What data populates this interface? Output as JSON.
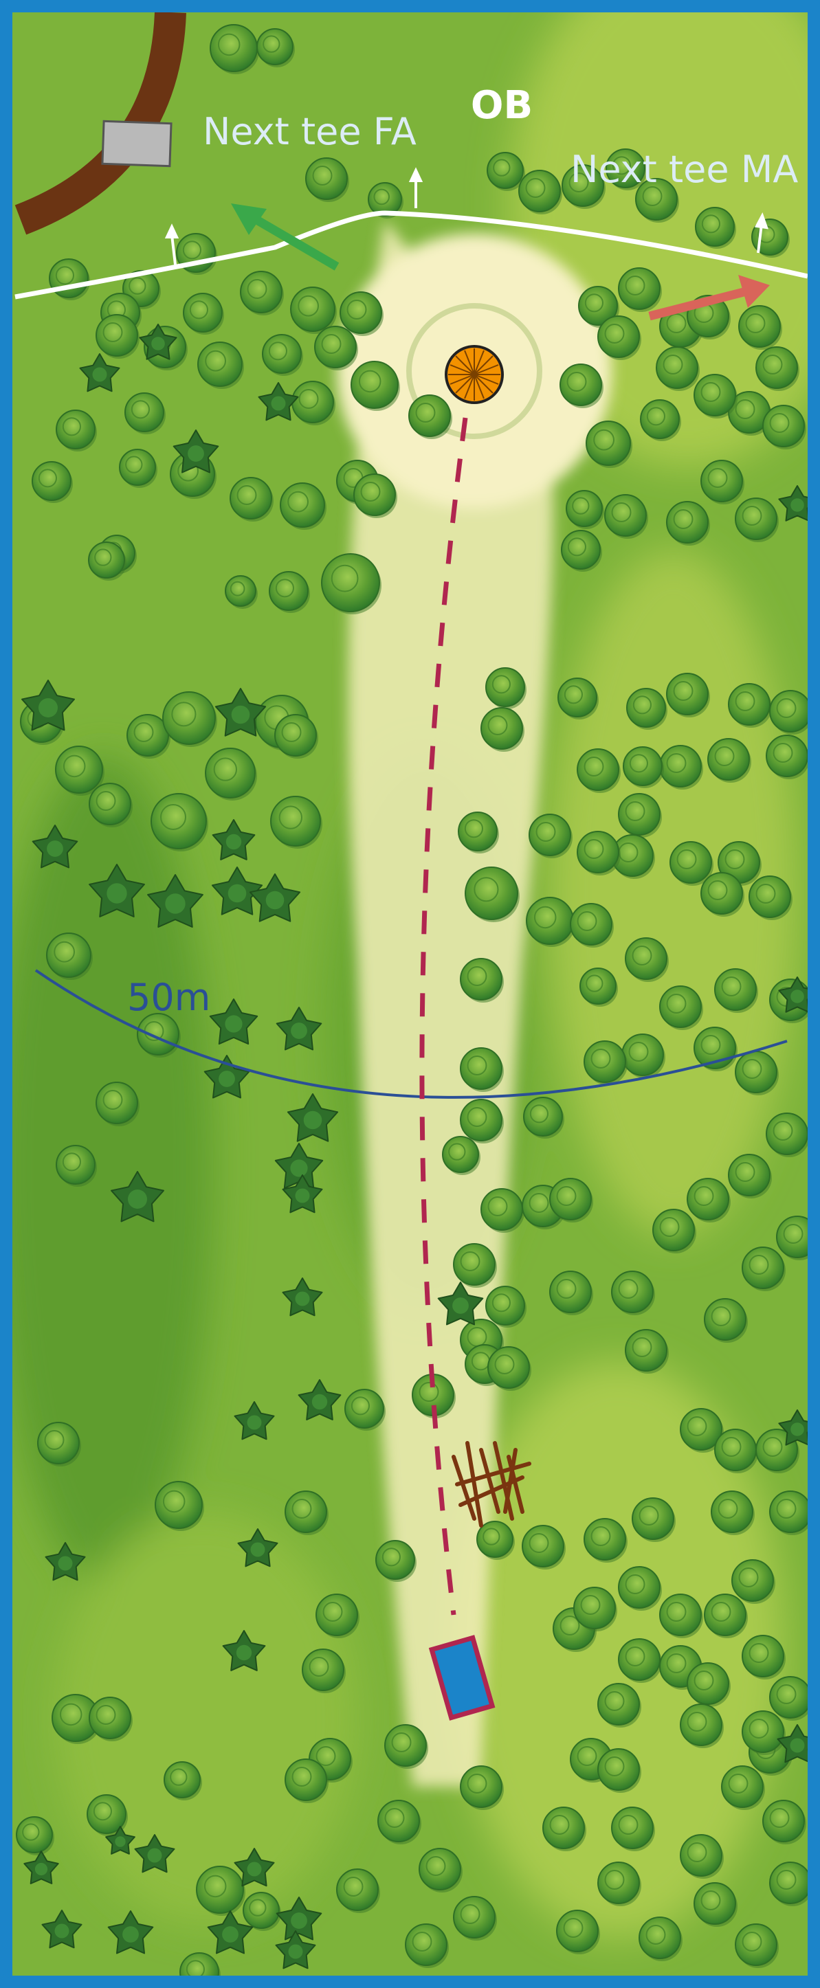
{
  "labels": {
    "ob": "OB",
    "next_tee_fa": "Next tee FA",
    "next_tee_ma": "Next tee MA",
    "distance": "50m"
  },
  "colors": {
    "frame": "#1b84c9",
    "grass": "#7db33a",
    "fairway": "#f6f1c4",
    "ob_line": "#ffffff",
    "flight_path": "#b0264f",
    "basket": "#f39200",
    "tee_pad": "#1b84c9",
    "tee_pad_border": "#b0264f",
    "fa_arrow": "#3aa84a",
    "ma_arrow": "#d9645a",
    "distance_arc": "#2a4f96",
    "path": "#6b3413",
    "label_light": "#dcecf6"
  },
  "icons": [
    "basket-icon",
    "tee-pad-icon",
    "shed-icon",
    "bush-icon"
  ]
}
